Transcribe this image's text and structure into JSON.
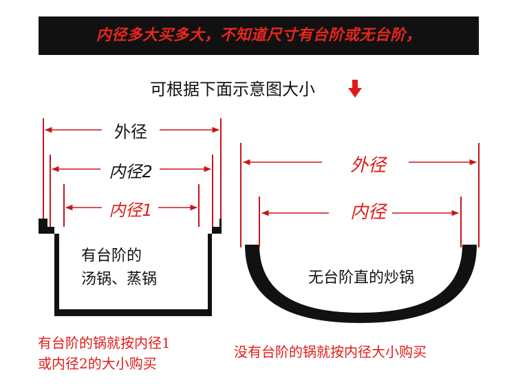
{
  "banner": {
    "text": "内径多大买多大，不知道尺寸有台阶或无台阶，"
  },
  "hint": {
    "text": "可根据下面示意图大小",
    "arrow_icon": "down-arrow-icon",
    "arrow_color": "#e01b17"
  },
  "left_pot": {
    "outer_label": "外径",
    "inner2_label": "内径2",
    "inner1_label": "内径1",
    "caption_line1": "有台阶的",
    "caption_line2": "汤锅、蒸锅"
  },
  "right_pot": {
    "outer_label": "外径",
    "inner_label": "内径",
    "caption": "无台阶直的炒锅"
  },
  "notes": {
    "left_line1": "有台阶的锅就按内径1",
    "left_line2": "或内径2的大小购买",
    "right": "没有台阶的锅就按内径大小购买"
  },
  "colors": {
    "banner_bg": "#111111",
    "accent_red": "#e01b17",
    "pot_fill": "#111111"
  }
}
